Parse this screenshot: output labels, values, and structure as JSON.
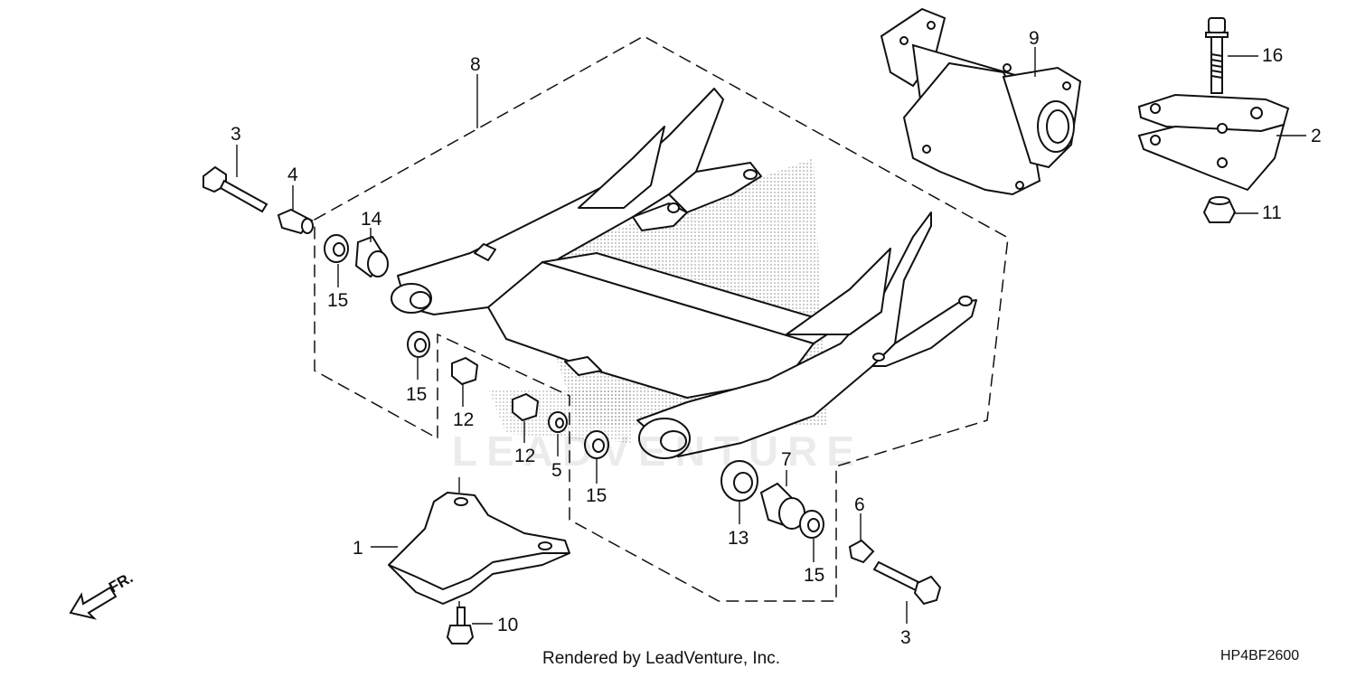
{
  "callouts": {
    "c1": "1",
    "c2": "2",
    "c3a": "3",
    "c3b": "3",
    "c4": "4",
    "c5": "5",
    "c6": "6",
    "c7": "7",
    "c8": "8",
    "c9": "9",
    "c10": "10",
    "c11": "11",
    "c12a": "12",
    "c12b": "12",
    "c13": "13",
    "c14": "14",
    "c15a": "15",
    "c15b": "15",
    "c15c": "15",
    "c15d": "15",
    "c16": "16"
  },
  "direction_label": "FR.",
  "watermark": "LEADVENTURE",
  "footer": {
    "credit": "Rendered by LeadVenture, Inc.",
    "diagram_code": "HP4BF2600"
  },
  "colors": {
    "line": "#111111",
    "stipple": "#9a9a9a",
    "fill": "#ffffff"
  }
}
